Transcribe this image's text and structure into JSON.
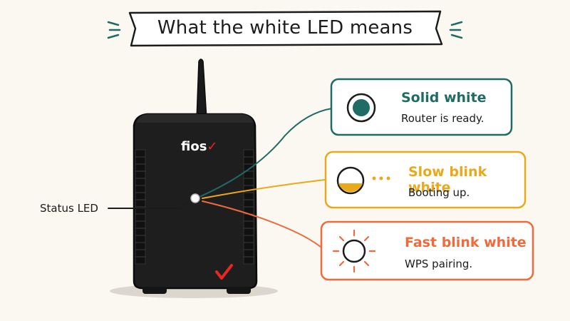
{
  "title": "What the white LED means",
  "device": {
    "logo_text": "fios",
    "led_label": "Status LED"
  },
  "states": [
    {
      "title": "Solid white",
      "description": "Router is ready.",
      "color": "#1f6b66"
    },
    {
      "title": "Slow blink white",
      "description": "Booting up.",
      "color": "#e9a91b"
    },
    {
      "title": "Fast blink white",
      "description": "WPS pairing.",
      "color": "#ef6b3d"
    }
  ],
  "colors": {
    "router_body": "#1e1e1e",
    "router_dark": "#111111",
    "brand_check": "#e8271e",
    "ink": "#1c1c1c",
    "background": "#fbf8f2"
  }
}
